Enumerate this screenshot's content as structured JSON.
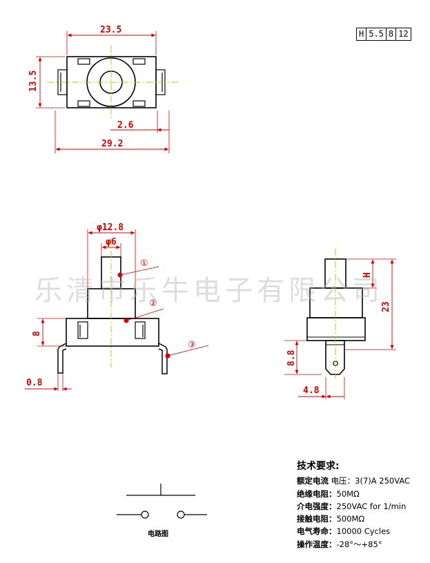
{
  "model_code": [
    "H",
    "5.5",
    "8",
    "12"
  ],
  "top_view": {
    "width_label": "23.5",
    "height_label": "13.5",
    "offset_label": "2.6",
    "overall_label": "29.2"
  },
  "front_view": {
    "outer_dia_label": "φ12.8",
    "inner_dia_label": "φ6",
    "height_label": "8",
    "pin_label": "0.8",
    "callouts": [
      "①",
      "②",
      "③"
    ]
  },
  "side_view": {
    "h_label": "H",
    "total_label": "23",
    "terminal_height_label": "8.8",
    "terminal_width_label": "4.8"
  },
  "watermark": "乐清市乐牛电子有限公司",
  "circuit_label": "电路图",
  "specs": {
    "title": "技术要求:",
    "rows": [
      {
        "key": "额定电流",
        "value": " 电压：3(7)A 250VAC"
      },
      {
        "key": "绝缘电阻：",
        "value": "50MΩ"
      },
      {
        "key": "介电强度：",
        "value": "250VAC for 1/min"
      },
      {
        "key": "接触电阻：",
        "value": "500MΩ"
      },
      {
        "key": "电气寿命：",
        "value": "10000 Cycles"
      },
      {
        "key": "操作温度：",
        "value": "-28°～+85°"
      }
    ]
  }
}
